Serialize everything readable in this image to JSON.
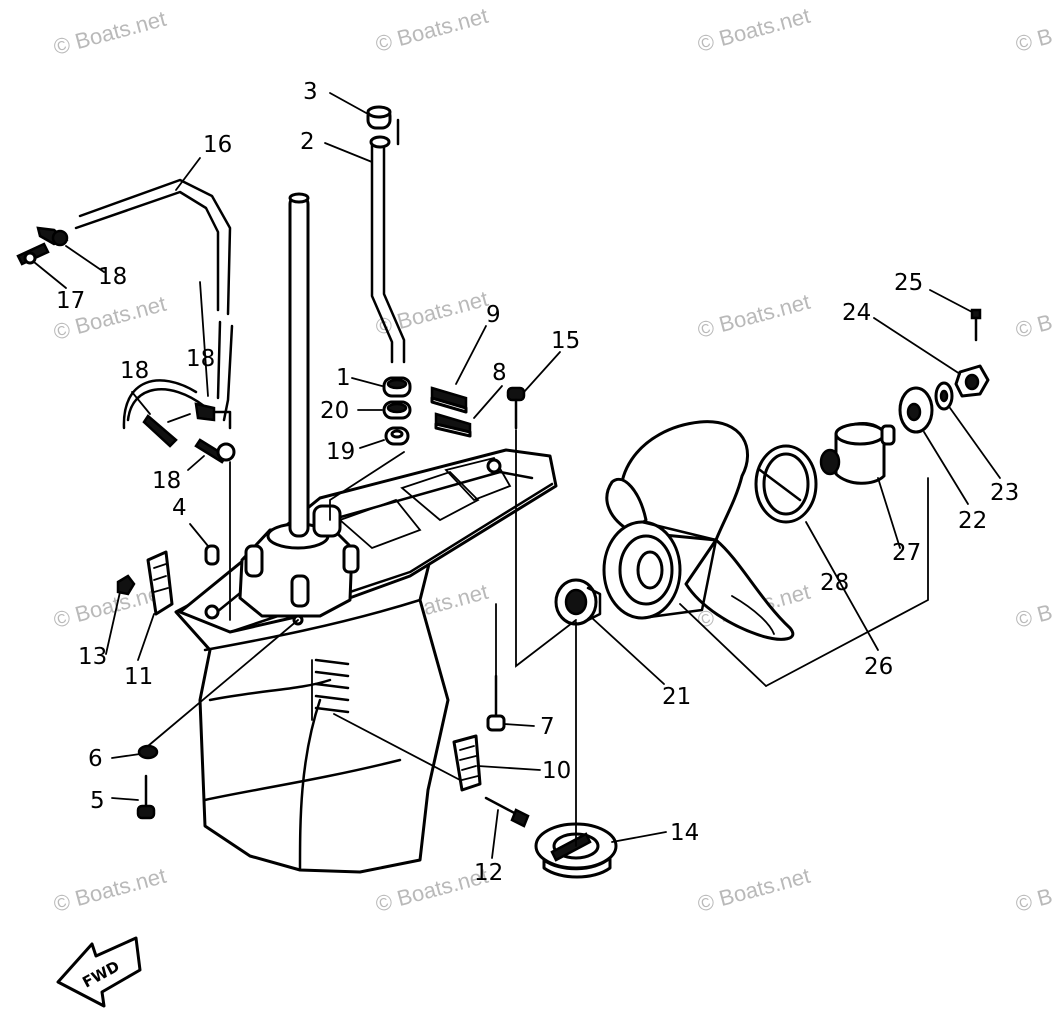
{
  "watermark": "© Boats.net",
  "fwd_label": "FWD",
  "callouts": [
    "1",
    "2",
    "3",
    "4",
    "5",
    "6",
    "7",
    "8",
    "9",
    "10",
    "11",
    "12",
    "13",
    "14",
    "15",
    "16",
    "17",
    "18",
    "18",
    "18",
    "18",
    "19",
    "20",
    "21",
    "22",
    "23",
    "24",
    "25",
    "26",
    "27",
    "28"
  ]
}
